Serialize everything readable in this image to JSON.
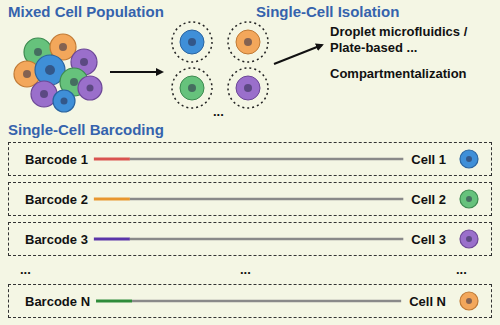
{
  "diagram": {
    "nodes": [
      {
        "text": [
          "Barcode 1",
          "Cell 1"
        ]
      },
      {
        "text": [
          "Barcode 2",
          "Cell 2"
        ]
      },
      {
        "text": [
          "Barcode 3",
          "Cell 3"
        ]
      },
      {
        "text": [
          "Barcode N",
          "Cell N"
        ]
      }
    ],
    "labels": [
      "Mixed Cell Population",
      "Single-Cell Isolation",
      "...",
      "Droplet microfluidics / Plate-based ...",
      "Compartmentalization",
      "Single-Cell Barcoding",
      "...",
      "...",
      "..."
    ]
  }
}
